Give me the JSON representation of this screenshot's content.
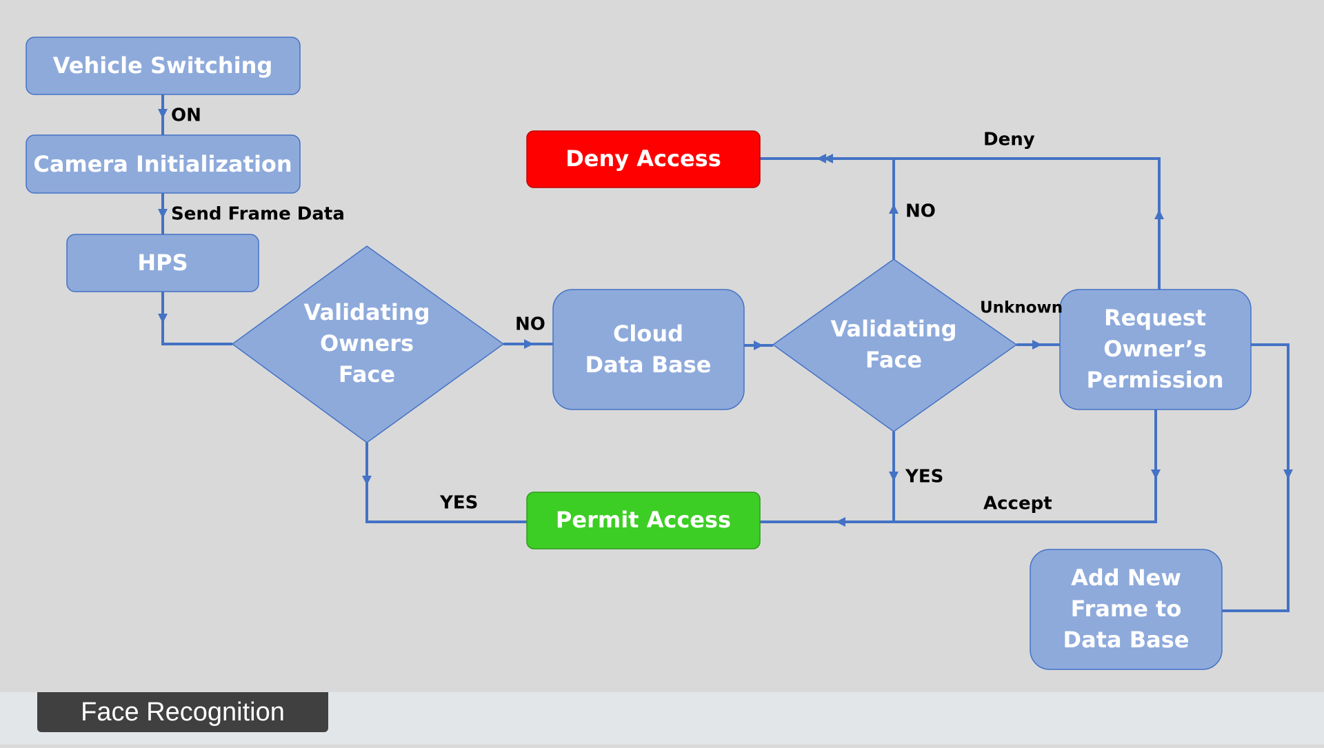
{
  "slide_title": "Face Recognition",
  "colors": {
    "node_fill": "#8eaadb",
    "node_stroke": "#4472c4",
    "line": "#4472c4",
    "deny": "#ff0000",
    "permit": "#3cce24",
    "background": "#d9d9d9",
    "title_tab": "#404040"
  },
  "nodes": {
    "vehicle_switching": {
      "lines": [
        "Vehicle Switching"
      ]
    },
    "camera_init": {
      "lines": [
        "Camera Initialization"
      ]
    },
    "hps": {
      "lines": [
        "HPS"
      ]
    },
    "validating_owners_face": {
      "lines": [
        "Validating",
        "Owners",
        "Face"
      ]
    },
    "cloud_db": {
      "lines": [
        "Cloud",
        "Data Base"
      ]
    },
    "validating_face": {
      "lines": [
        "Validating",
        "Face"
      ]
    },
    "request_permission": {
      "lines": [
        "Request",
        "Owner’s",
        "Permission"
      ]
    },
    "deny_access": {
      "lines": [
        "Deny Access"
      ]
    },
    "permit_access": {
      "lines": [
        "Permit Access"
      ]
    },
    "add_frame": {
      "lines": [
        "Add New",
        "Frame to",
        "Data Base"
      ]
    }
  },
  "edge_labels": {
    "on": "ON",
    "send_frame": "Send Frame Data",
    "no_owner": "NO",
    "yes_owner": "YES",
    "no_face": "NO",
    "yes_face": "YES",
    "unknown": "Unknown",
    "deny": "Deny",
    "accept": "Accept"
  }
}
